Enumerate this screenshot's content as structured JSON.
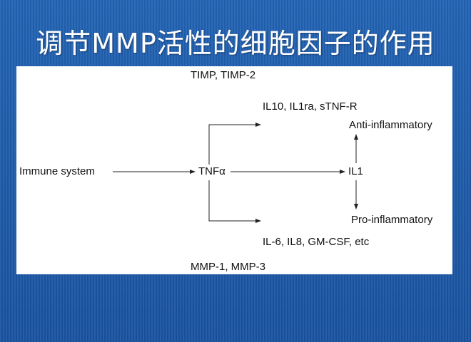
{
  "slide": {
    "title": "调节MMP活性的细胞因子的作用"
  },
  "diagram": {
    "top_label": "TIMP, TIMP-2",
    "bottom_label": "MMP-1, MMP-3",
    "nodes": {
      "immune_system": "Immune system",
      "tnf_alpha": "TNFα",
      "il1": "IL1",
      "anti_cytokines": "IL10, IL1ra, sTNF-R",
      "pro_cytokines": "IL-6, IL8, GM-CSF, etc",
      "anti_inflammatory": "Anti-inflammatory",
      "pro_inflammatory": "Pro-inflammatory"
    }
  }
}
